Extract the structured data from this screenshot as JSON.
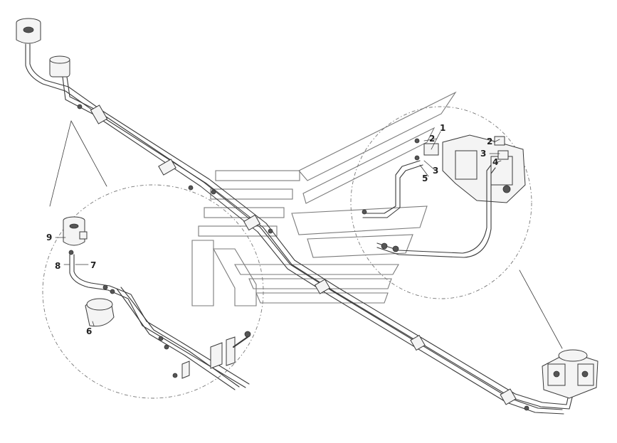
{
  "labels": {
    "l1": "1",
    "l2a": "2",
    "l2b": "2",
    "l3a": "3",
    "l3b": "3",
    "l4": "4",
    "l5": "5",
    "l6": "6",
    "l7": "7",
    "l8": "8",
    "l9": "9"
  },
  "colors": {
    "line": "#3a3a3a",
    "watermark": "#7a7a7a",
    "background": "#ffffff"
  },
  "icons": [
    "reservoir-icon",
    "pump-icon",
    "valve-icon",
    "clamp-icon",
    "bracket-icon"
  ]
}
